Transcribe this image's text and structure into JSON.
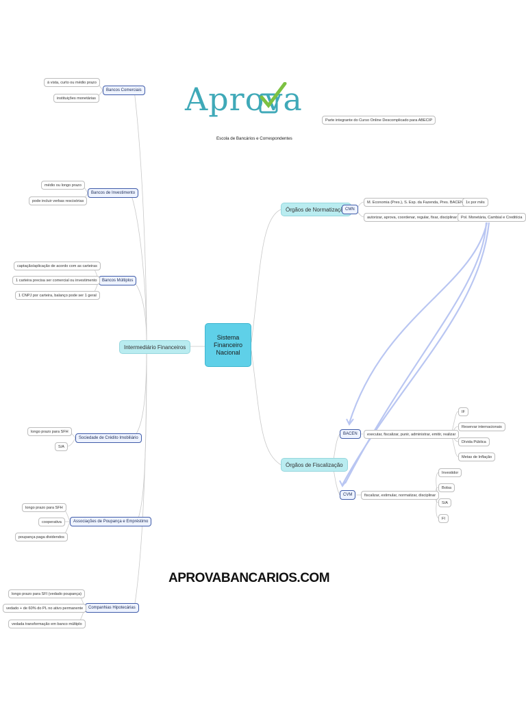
{
  "center": {
    "line1": "Sistema",
    "line2": "Financeiro",
    "line3": "Nacional"
  },
  "logo": {
    "text": "Aprova",
    "subtitle": "Escola de Bancários e Correspondentes"
  },
  "logo_note": "Parte integrante do Curso Online Descomplicado para ABECIP",
  "site": "APROVABANCARIOS.COM",
  "left": {
    "branch": "Intermediário Financeiros",
    "bancos_comerciais": {
      "label": "Bancos Comerciais",
      "items": [
        "à vista, curto ou médio prazo",
        "instituições monetárias"
      ]
    },
    "bancos_investimento": {
      "label": "Bancos de Investimento",
      "items": [
        "médio ou longo prazo",
        "pode incluir verbas rescisórias"
      ]
    },
    "bancos_multiplos": {
      "label": "Bancos Múltiplos",
      "items": [
        "captação/aplicação de acordo com as carteiras",
        "1 carteira precisa ser comercial ou investimento",
        "1 CNPJ por carteira, balanço pode ser 1 geral"
      ]
    },
    "sociedade_credito": {
      "label": "Sociedade de Crédito Imobiliário",
      "items": [
        "longo prazo para SFH",
        "S/A"
      ]
    },
    "associacoes": {
      "label": "Associações de Poupança e Empréstimo",
      "items": [
        "longo prazo para SFH",
        "cooperativa",
        "poupança paga dividendos"
      ]
    },
    "companhias": {
      "label": "Companhias Hipotecárias",
      "items": [
        "longo prazo para SFI (vedado poupança)",
        "vedado + de 60% do PL no ativo permanente",
        "vedada transformação em banco múltiplo"
      ]
    }
  },
  "right": {
    "normatizacao": {
      "branch": "Órgãos de Normatização",
      "cmn": "CMN",
      "members": "M. Economia (Pres.), S. Esp. da Fazenda, Pres. BACEN",
      "frequency": "1x por mês",
      "duties": "autorizar, aprova, coordenar, regular, fixar, disciplinar",
      "policies": "Pol. Monetária, Cambial e Creditícia"
    },
    "fiscalizacao": {
      "branch": "Órgãos de Fiscalização",
      "bacen": "BACEN",
      "bacen_duties": "executar, fiscalizar, punir, administrar, emitir, realizar",
      "bacen_items": [
        "IF",
        "Reservar internacionais",
        "Dívida Pública",
        "Metas de Inflação"
      ],
      "cvm": "CVM",
      "cvm_duties": "fiscalizar, estimular, normatizar, disciplinar",
      "cvm_items": [
        "Investidor",
        "Bolsa",
        "S/A",
        "FI"
      ]
    }
  }
}
